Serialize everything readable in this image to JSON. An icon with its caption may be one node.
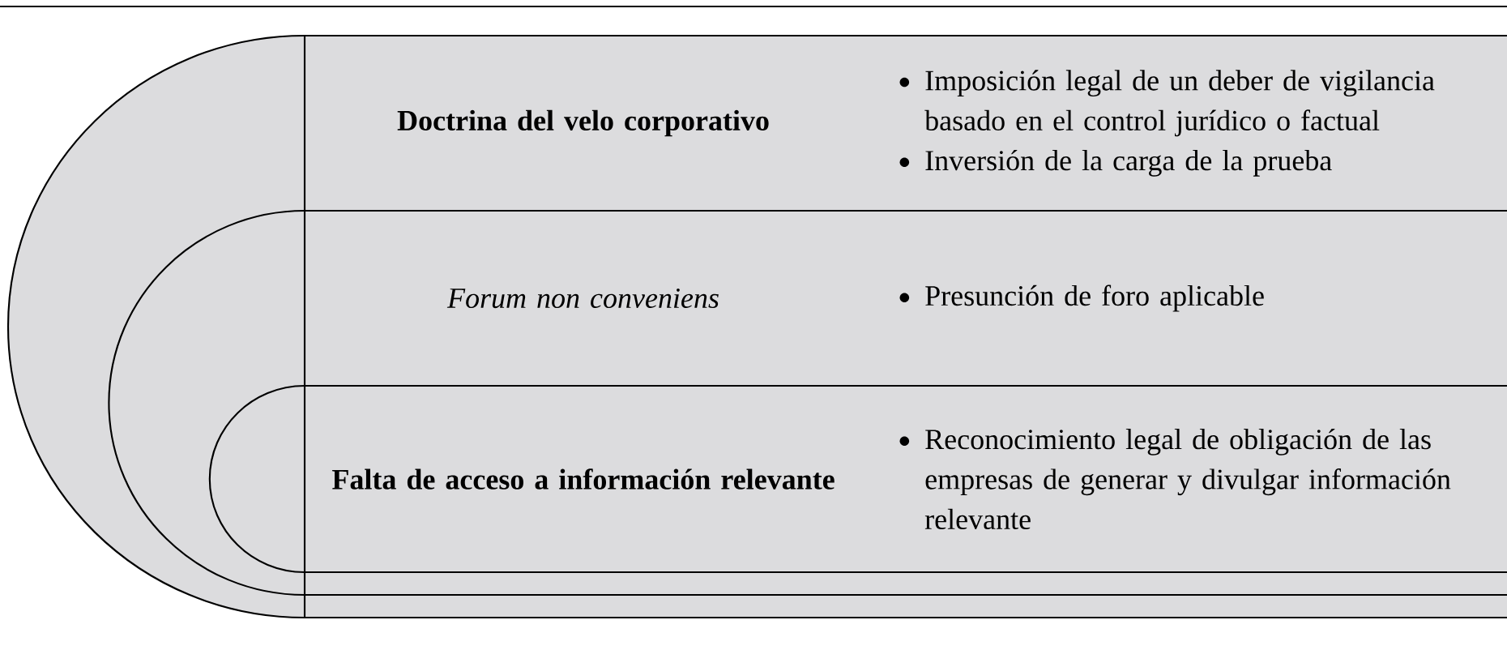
{
  "diagram": {
    "nodes": [
      {
        "text": [
          "Doctrina del velo corporativo",
          "Imposición legal de un deber de vigilancia basado en el control jurídico o factual",
          "Inversión de la carga de la prueba"
        ]
      },
      {
        "text": [
          "Forum non conveniens",
          "Presunción de foro aplicable"
        ],
        "in": 0
      },
      {
        "text": [
          "Falta de acceso a información relevante",
          "Reconocimiento legal de obligación de las empresas de generar y divulgar información relevante"
        ],
        "in": 1
      }
    ]
  }
}
